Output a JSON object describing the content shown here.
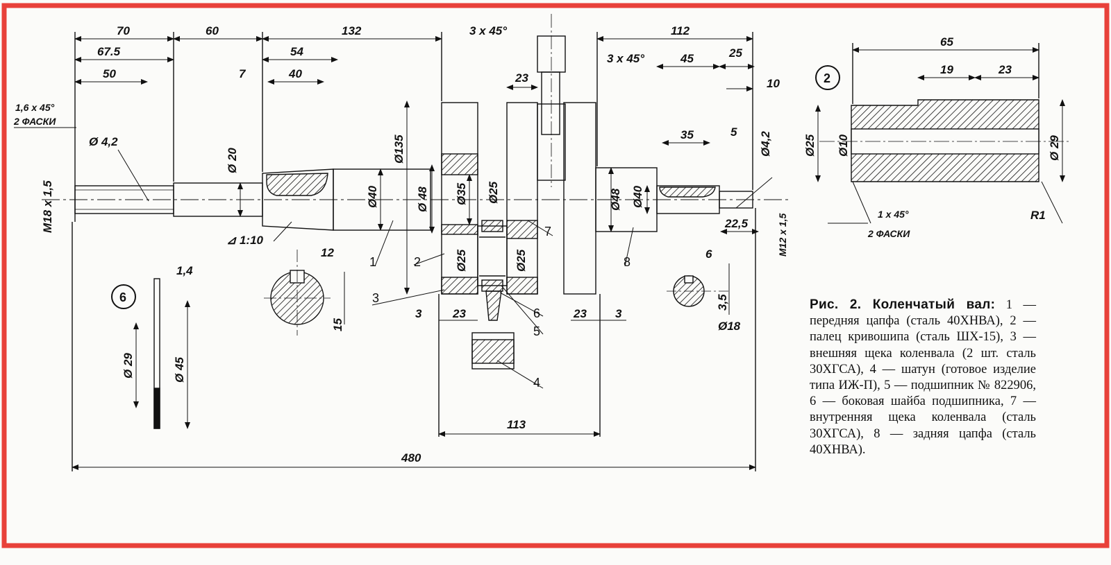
{
  "colors": {
    "border": "#e8413a",
    "ink": "#111111",
    "paper": "#fbfbf9"
  },
  "dimensions": {
    "d70": "70",
    "d60": "60",
    "d132": "132",
    "d3x45": "3 x 45°",
    "d112": "112",
    "d67_5": "67.5",
    "d54": "54",
    "d50": "50",
    "d7": "7",
    "d40": "40",
    "d3x45b": "3 x 45°",
    "d45": "45",
    "d25": "25",
    "d23top": "23",
    "d10": "10",
    "chamfer_16": "1,6 x 45°",
    "chamfer_2": "2 ФАСКИ",
    "phi42": "Ø 4,2",
    "phi20": "Ø 20",
    "phi135": "Ø135",
    "phi40": "Ø40",
    "phi48": "Ø 48",
    "phi35": "Ø35",
    "phi25a": "Ø25",
    "phi25b": "Ø25",
    "phi25c": "Ø25",
    "d35": "35",
    "d5": "5",
    "phi42r": "Ø4,2",
    "phi48r": "Ø48",
    "phi40r": "Ø40",
    "m18": "M18 x 1,5",
    "taper": "1:10",
    "d12": "12",
    "d15": "15",
    "d22_5": "22,5",
    "m12": "M12 x 1,5",
    "d6": "6",
    "d3_5": "3,5",
    "phi18": "Ø18",
    "d1_4": "1,4",
    "phi29": "Ø 29",
    "phi45": "Ø 45",
    "d3a": "3",
    "d23a": "23",
    "d23b": "23",
    "d3b": "3",
    "d113": "113",
    "d480": "480",
    "d65": "65",
    "d19": "19",
    "d23c": "23",
    "phi25d": "Ø25",
    "phi10": "Ø10",
    "phi29b": "Ø 29",
    "chamfer_1": "1 x 45°",
    "chamfer_2b": "2 ФАСКИ",
    "r1": "R1"
  },
  "callouts": {
    "c1": "1",
    "c2": "2",
    "c3": "3",
    "c4": "4",
    "c5": "5",
    "c6": "6",
    "c7": "7",
    "c8": "8"
  },
  "detail_markers": {
    "six": "6",
    "two": "2"
  },
  "caption": {
    "title": "Рис. 2. Коленчатый вал:",
    "body": "1 — передняя цапфа (сталь 40ХНВА), 2 — палец кривошипа (сталь ШХ-15), 3 — внешняя щека коленвала (2 шт. сталь 30ХГСА), 4 — шатун (готовое изделие типа ИЖ-П), 5 — подшипник № 822906, 6 — боковая шайба подшипника, 7 — внутренняя щека коленвала (сталь 30ХГСА), 8 — задняя цапфа (сталь 40ХНВА)."
  }
}
